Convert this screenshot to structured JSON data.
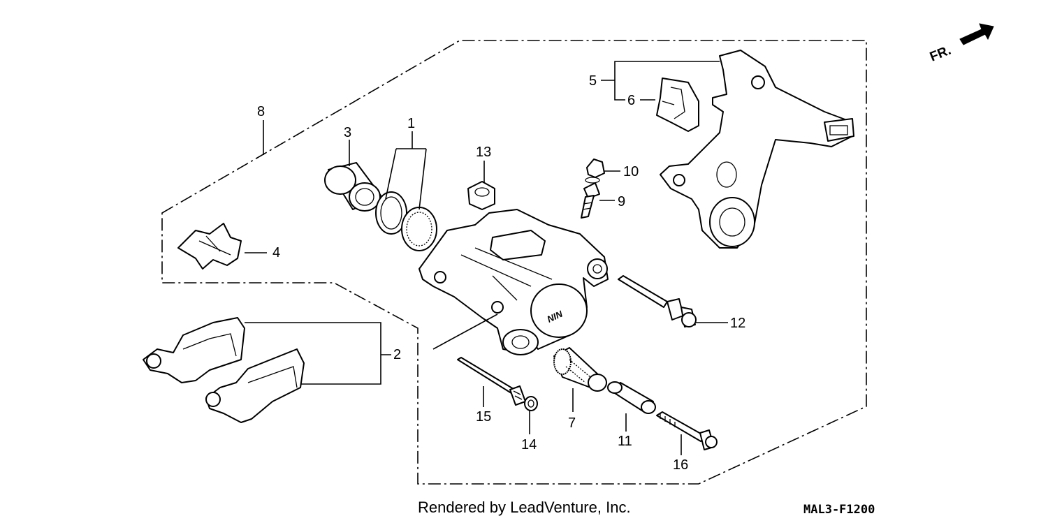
{
  "diagram": {
    "orientation_label": "FR.",
    "callouts": [
      "1",
      "2",
      "3",
      "4",
      "5",
      "6",
      "7",
      "8",
      "9",
      "10",
      "11",
      "12",
      "13",
      "14",
      "15",
      "16"
    ]
  },
  "footer": {
    "credit": "Rendered by LeadVenture, Inc.",
    "code": "MAL3-F1200"
  }
}
